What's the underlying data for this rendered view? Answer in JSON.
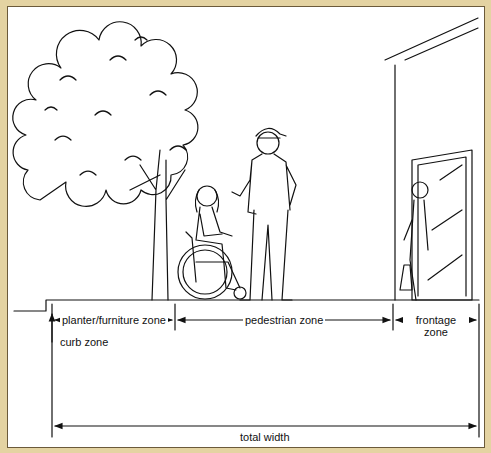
{
  "diagram": {
    "labels": [
      "planter/furniture zone",
      "pedestrian zone",
      "frontage zone",
      "curb zone",
      "total width"
    ]
  }
}
